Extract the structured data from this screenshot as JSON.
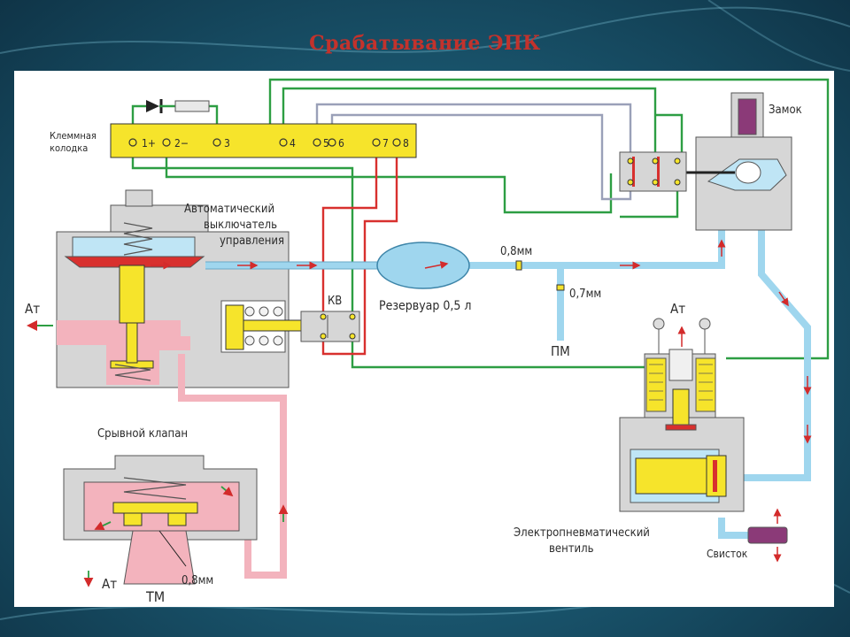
{
  "slide": {
    "title": "Срабатывание ЭПК"
  },
  "labels": {
    "terminal_block": [
      "Клеммная",
      "колодка"
    ],
    "terminals": [
      "1+",
      "2−",
      "3",
      "4",
      "5",
      "6",
      "7",
      "8"
    ],
    "auto_switch": [
      "Автоматический",
      "выключатель",
      "управления"
    ],
    "kv": "КВ",
    "reservoir": "Резервуар 0,5 л",
    "orifice_08_top": "0,8мм",
    "orifice_07": "0,7мм",
    "pm": "ПМ",
    "atm_left": "Ат",
    "atm_valve": "Ат",
    "atm_bottom": "Ат",
    "tm": "ТМ",
    "orifice_08_bottom": "0,8мм",
    "relief_valve": "Срывной клапан",
    "lock": "Замок",
    "epv": [
      "Электропневматический",
      "вентиль"
    ],
    "whistle": "Свисток"
  },
  "colors": {
    "title": "#c3322c",
    "air_line": "#9fd6ee",
    "brake_line": "#f3b3bd",
    "wire_green": "#2d9e43",
    "wire_red": "#d8302e",
    "wire_grey": "#9aa0b8",
    "body_grey": "#d6d6d6",
    "yellow_part": "#f6e42b",
    "flow_arrow": "#d32b2b"
  },
  "icons": [
    "diode-icon",
    "resistor-icon",
    "flow-arrow-icon"
  ]
}
